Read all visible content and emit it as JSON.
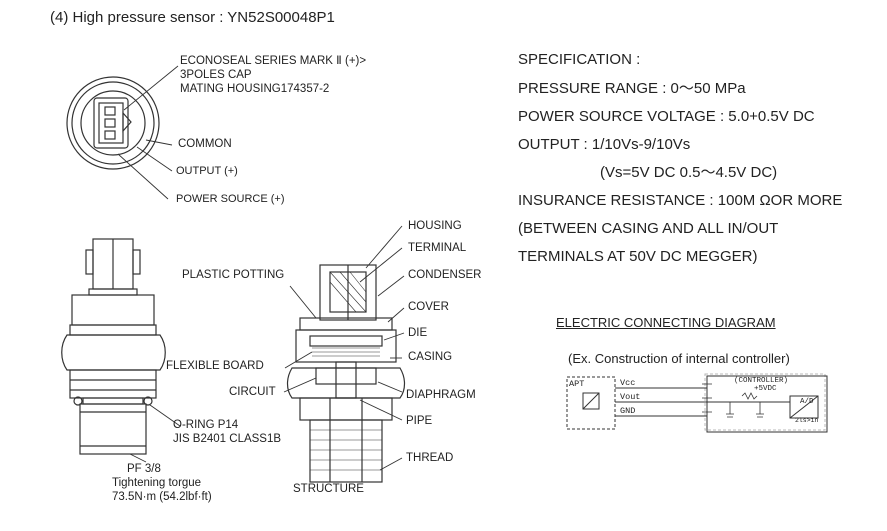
{
  "title": "(4)  High pressure sensor : YN52S00048P1",
  "connector": {
    "series_line1": "ECONOSEAL SERIES MARK Ⅱ (+)>",
    "series_line2": "3POLES CAP",
    "series_line3": "MATING HOUSING174357-2",
    "common": "COMMON",
    "output": "OUTPUT (+)",
    "power": "POWER SOURCE (+)"
  },
  "external": {
    "oring_line1": "O-RING P14",
    "oring_line2": "JIS B2401 CLASS1B",
    "pf": "PF 3/8",
    "torque_label": "Tightening torgue",
    "torque_value": "73.5N·m (54.2lbf·ft)"
  },
  "structure": {
    "caption": "STRUCTURE",
    "housing": "HOUSING",
    "terminal": "TERMINAL",
    "plastic_potting": "PLASTIC POTTING",
    "condenser": "CONDENSER",
    "cover": "COVER",
    "die": "DIE",
    "flexible_board": "FLEXIBLE BOARD",
    "casing": "CASING",
    "circuit": "CIRCUIT",
    "diaphragm": "DIAPHRAGM",
    "pipe": "PIPE",
    "thread": "THREAD"
  },
  "specification": {
    "heading": "SPECIFICATION :",
    "pressure_range": "PRESSURE RANGE : 0～50 MPa",
    "power_voltage": "POWER SOURCE VOLTAGE : 5.0+0.5V DC",
    "output": "OUTPUT : 1/10Vs-9/10Vs",
    "output_note": "(Vs=5V DC 0.5～4.5V DC)",
    "insurance": "INSURANCE RESISTANCE : 100M ΩOR MORE",
    "between1": "(BETWEEN CASING AND ALL IN/OUT",
    "between2": " TERMINALS AT 50V DC MEGGER)"
  },
  "electric_diagram": {
    "heading": "ELECTRIC CONNECTING DIAGRAM",
    "note": "(Ex. Construction of internal controller)",
    "apt": "APT",
    "vcc": "Vcc",
    "vout": "Vout",
    "gnd": "GND",
    "controller": "(CONTROLLER)",
    "supply": "+5VDC",
    "ad": "A/D",
    "ad_sub": "2ls>in"
  }
}
